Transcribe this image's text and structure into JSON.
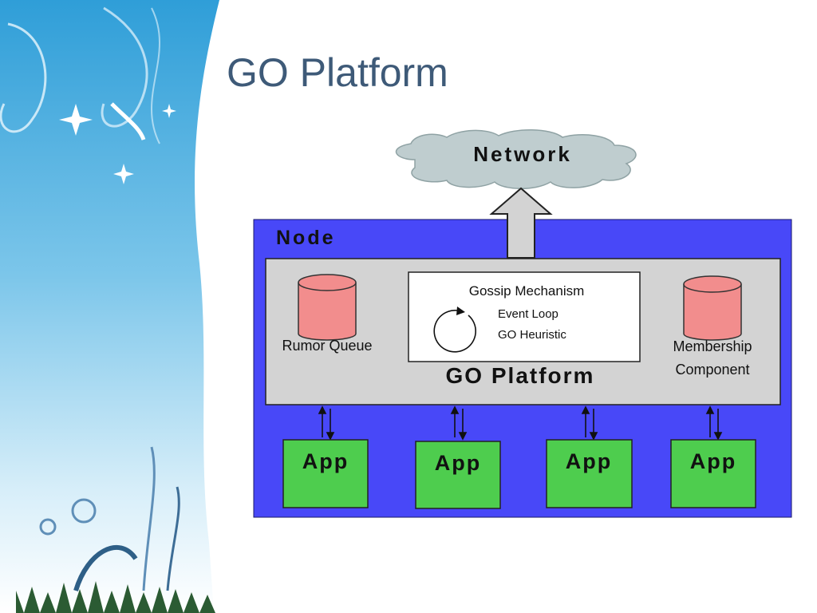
{
  "slide": {
    "title": "GO Platform"
  },
  "diagram": {
    "network_label": "Network",
    "node_label": "Node",
    "platform_label": "GO Platform",
    "gossip": {
      "title": "Gossip Mechanism",
      "items": [
        "Event Loop",
        "GO Heuristic"
      ]
    },
    "rumor_queue_label": "Rumor Queue",
    "membership_label_line1": "Membership",
    "membership_label_line2": "Component",
    "apps": [
      "App",
      "App",
      "App",
      "App"
    ]
  },
  "colors": {
    "title_text": "#3e5a78",
    "node_fill": "#4848f8",
    "platform_fill": "#d3d3d3",
    "cloud_fill": "#bfcdcf",
    "db_fill": "#f28d8d",
    "app_fill": "#4ecd4e",
    "side_panel": "#4aa8df"
  },
  "icons": [
    "cloud-icon",
    "arrow-up-icon",
    "database-icon",
    "loop-icon",
    "bidirectional-arrow-icon"
  ]
}
